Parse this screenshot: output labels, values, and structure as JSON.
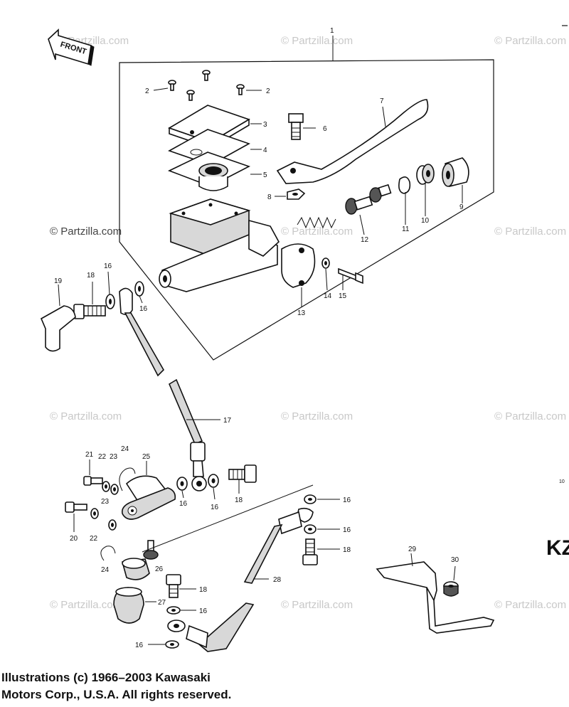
{
  "front_label": "FRONT",
  "watermark_text": "© Partzilla.com",
  "kz_fragment": "KZ",
  "edge_fragment": "10",
  "copyright": {
    "line1": "Illustrations (c) 1966–2003 Kawasaki",
    "line2": "Motors Corp., U.S.A.  All rights reserved."
  },
  "callouts": [
    "1",
    "2",
    "2",
    "3",
    "4",
    "5",
    "6",
    "7",
    "8",
    "9",
    "10",
    "11",
    "12",
    "13",
    "14",
    "15",
    "16",
    "16",
    "16",
    "16",
    "16",
    "16",
    "16",
    "16",
    "17",
    "18",
    "18",
    "18",
    "18",
    "19",
    "20",
    "21",
    "22",
    "22",
    "23",
    "23",
    "24",
    "24",
    "25",
    "26",
    "27",
    "28",
    "29",
    "30"
  ]
}
